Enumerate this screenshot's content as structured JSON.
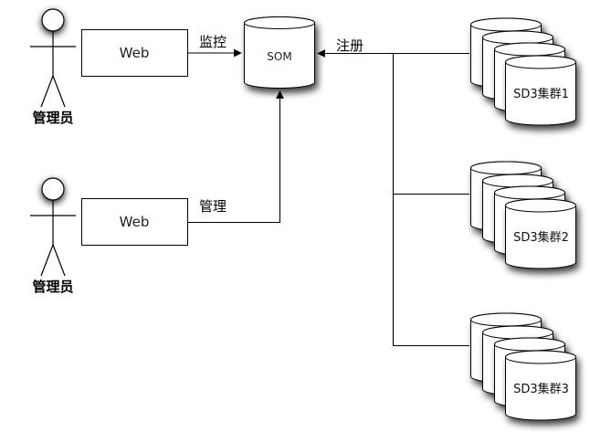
{
  "diagram": {
    "type": "architecture",
    "actors": [
      {
        "id": "admin1",
        "label": "管理员",
        "icon": "stick-figure-icon"
      },
      {
        "id": "admin2",
        "label": "管理员",
        "icon": "stick-figure-icon"
      }
    ],
    "web_boxes": [
      {
        "id": "web1",
        "label": "Web"
      },
      {
        "id": "web2",
        "label": "Web"
      }
    ],
    "server": {
      "id": "som",
      "label": "SOM",
      "icon": "database-cylinder-icon"
    },
    "clusters": [
      {
        "id": "cluster1",
        "label": "SD3集群1",
        "icon": "database-stack-icon"
      },
      {
        "id": "cluster2",
        "label": "SD3集群2",
        "icon": "database-stack-icon"
      },
      {
        "id": "cluster3",
        "label": "SD3集群3",
        "icon": "database-stack-icon"
      }
    ],
    "edges": [
      {
        "from": "web1",
        "to": "som",
        "label": "监控"
      },
      {
        "from": "web2",
        "to": "som",
        "label": "管理"
      },
      {
        "from": "clusters",
        "to": "som",
        "label": "注册"
      }
    ],
    "colors": {
      "stroke": "#000000",
      "fill": "#ffffff",
      "shadow": "#555555"
    }
  }
}
